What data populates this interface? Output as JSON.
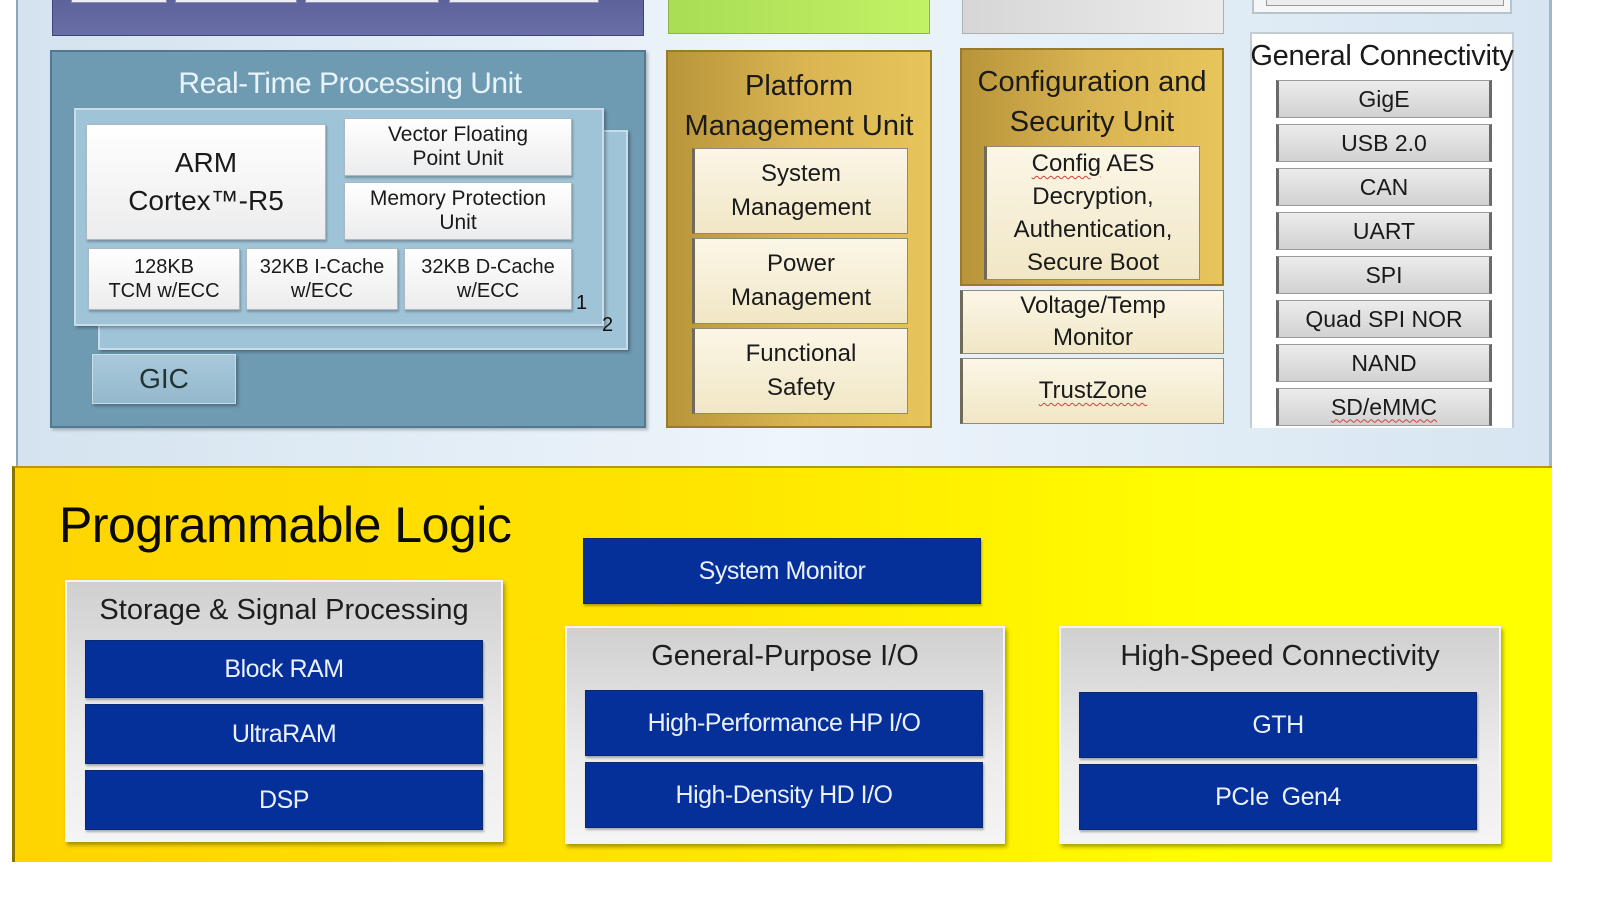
{
  "colors": {
    "rpu_bg": "#6e9ab2",
    "unit_gold": "#d9b452",
    "pl_yellow": "#ffe500",
    "pl_block_blue": "#05309a",
    "apu_purple": "#5b5f97",
    "gpu_green": "#b5e860"
  },
  "rpu": {
    "title": "Real-Time Processing Unit",
    "arm_line1": "ARM",
    "arm_line2": "Cortex™-R5",
    "vfpu_line1": "Vector Floating",
    "vfpu_line2": "Point Unit",
    "mpu_line1": "Memory Protection",
    "mpu_line2": "Unit",
    "tcm_line1": "128KB",
    "tcm_line2": "TCM w/ECC",
    "icache_line1": "32KB I-Cache",
    "icache_line2": "w/ECC",
    "dcache_line1": "32KB D-Cache",
    "dcache_line2": "w/ECC",
    "core1_label": "1",
    "core2_label": "2",
    "gic": "GIC"
  },
  "pmu": {
    "title_line1": "Platform",
    "title_line2": "Management Unit",
    "items": [
      {
        "line1": "System",
        "line2": "Management"
      },
      {
        "line1": "Power",
        "line2": "Management"
      },
      {
        "line1": "Functional",
        "line2": "Safety"
      }
    ]
  },
  "csu": {
    "title_line1": "Configuration and",
    "title_line2": "Security Unit",
    "aes_lines": [
      "Config AES",
      "Decryption,",
      "Authentication,",
      "Secure Boot"
    ],
    "vt_line1": "Voltage/Temp",
    "vt_line2": "Monitor",
    "trustzone": "TrustZone"
  },
  "general_connectivity": {
    "title": "General Connectivity",
    "items": [
      "GigE",
      "USB 2.0",
      "CAN",
      "UART",
      "SPI",
      "Quad SPI NOR",
      "NAND",
      "SD/eMMC"
    ]
  },
  "programmable_logic": {
    "title": "Programmable Logic",
    "storage_signal": {
      "title": "Storage & Signal Processing",
      "items": [
        "Block RAM",
        "UltraRAM",
        "DSP"
      ]
    },
    "system_monitor": "System Monitor",
    "gpio": {
      "title": "General-Purpose I/O",
      "items": [
        "High-Performance HP I/O",
        "High-Density HD I/O"
      ]
    },
    "high_speed": {
      "title": "High-Speed Connectivity",
      "items": [
        "GTH",
        "PCIe  Gen4"
      ]
    }
  }
}
